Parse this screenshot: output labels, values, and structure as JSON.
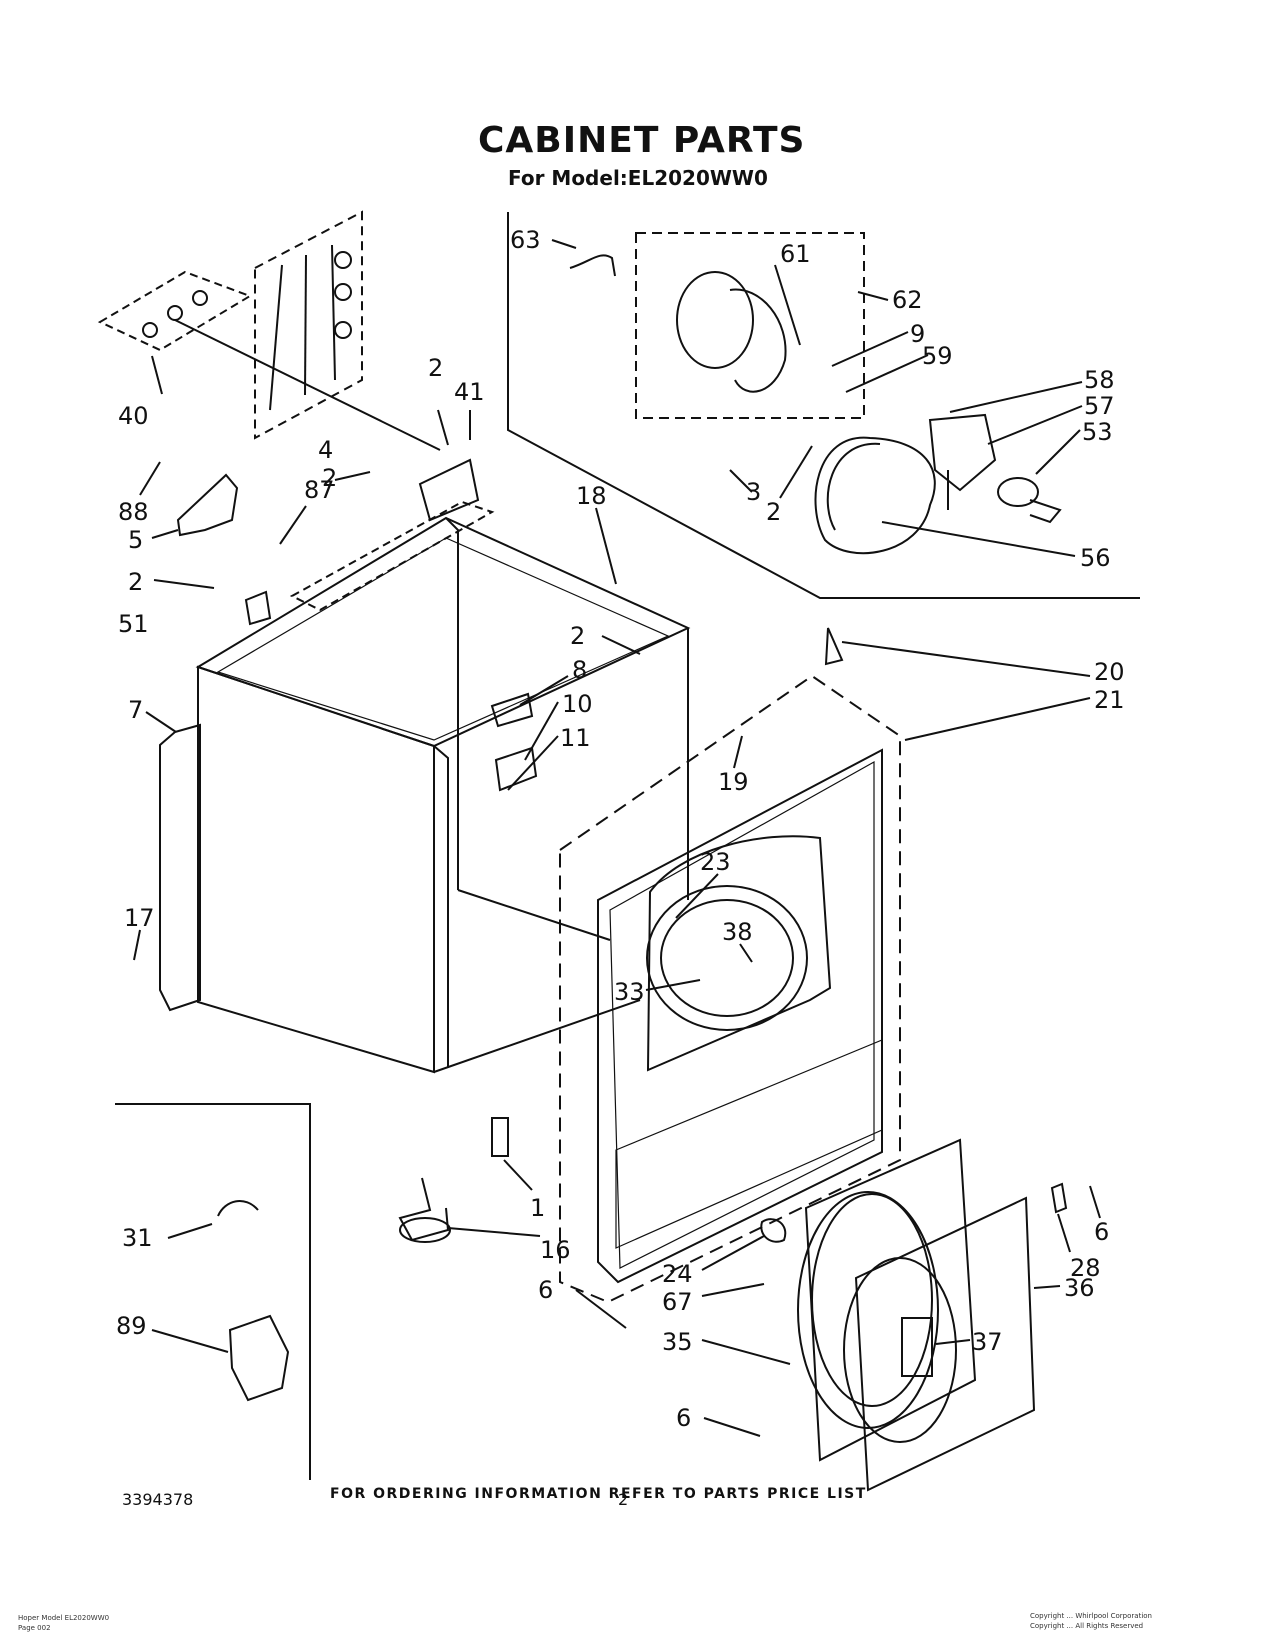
{
  "header": {
    "title": "CABINET PARTS",
    "model": "For Model:EL2020WW0"
  },
  "footer": {
    "ordering_note": "FOR ORDERING INFORMATION REFER TO PARTS PRICE LIST",
    "document_number": "3394378",
    "page_number": "2",
    "tiny_left_1": "Hoper Model EL2020WW0",
    "tiny_left_2": "Page 002",
    "tiny_right_1": "Copyright ... Whirlpool Corporation",
    "tiny_right_2": "Copyright ... All Rights Reserved"
  },
  "callouts": [
    "63",
    "61",
    "62",
    "9",
    "59",
    "58",
    "57",
    "53",
    "3",
    "2",
    "56",
    "2",
    "41",
    "40",
    "4",
    "2",
    "87",
    "88",
    "5",
    "18",
    "2",
    "51",
    "2",
    "8",
    "10",
    "11",
    "20",
    "21",
    "7",
    "19",
    "23",
    "38",
    "33",
    "17",
    "1",
    "16",
    "6",
    "31",
    "89",
    "24",
    "67",
    "35",
    "6",
    "37",
    "36",
    "28",
    "6"
  ]
}
